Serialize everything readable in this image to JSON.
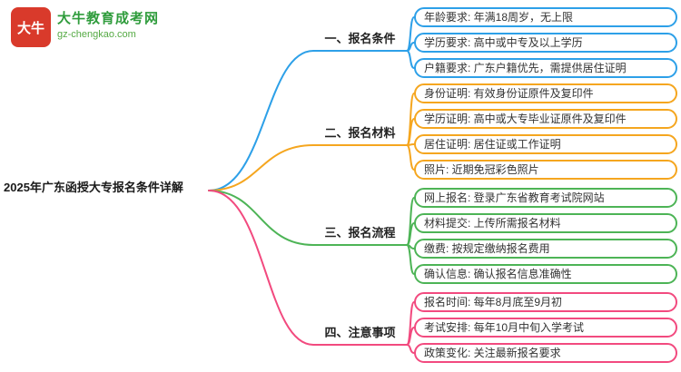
{
  "logo": {
    "icon_text": "大牛",
    "site_name": "大牛教育成考网",
    "site_url": "gz-chengkao.com"
  },
  "root": {
    "title": "2025年广东函授大专报名条件详解"
  },
  "colors": {
    "branch1": "#2da0e8",
    "branch2": "#f5a61f",
    "branch3": "#4db456",
    "bran4": "#f24a7f",
    "logo_red": "#d93a2b",
    "logo_green": "#2f9c3c"
  },
  "branches": [
    {
      "label": "一、报名条件",
      "leaves": [
        {
          "text": "年龄要求: 年满18周岁，无上限"
        },
        {
          "text": "学历要求: 高中或中专及以上学历"
        },
        {
          "text": "户籍要求: 广东户籍优先，需提供居住证明"
        }
      ]
    },
    {
      "label": "二、报名材料",
      "leaves": [
        {
          "text": "身份证明: 有效身份证原件及复印件"
        },
        {
          "text": "学历证明: 高中或大专毕业证原件及复印件"
        },
        {
          "text": "居住证明: 居住证或工作证明"
        },
        {
          "text": "照片: 近期免冠彩色照片"
        }
      ]
    },
    {
      "label": "三、报名流程",
      "leaves": [
        {
          "text": "网上报名: 登录广东省教育考试院网站"
        },
        {
          "text": "材料提交: 上传所需报名材料"
        },
        {
          "text": "缴费: 按规定缴纳报名费用"
        },
        {
          "text": "确认信息: 确认报名信息准确性"
        }
      ]
    },
    {
      "label": "四、注意事项",
      "leaves": [
        {
          "text": "报名时间: 每年8月底至9月初"
        },
        {
          "text": "考试安排: 每年10月中旬入学考试"
        },
        {
          "text": "政策变化: 关注最新报名要求"
        }
      ]
    }
  ]
}
